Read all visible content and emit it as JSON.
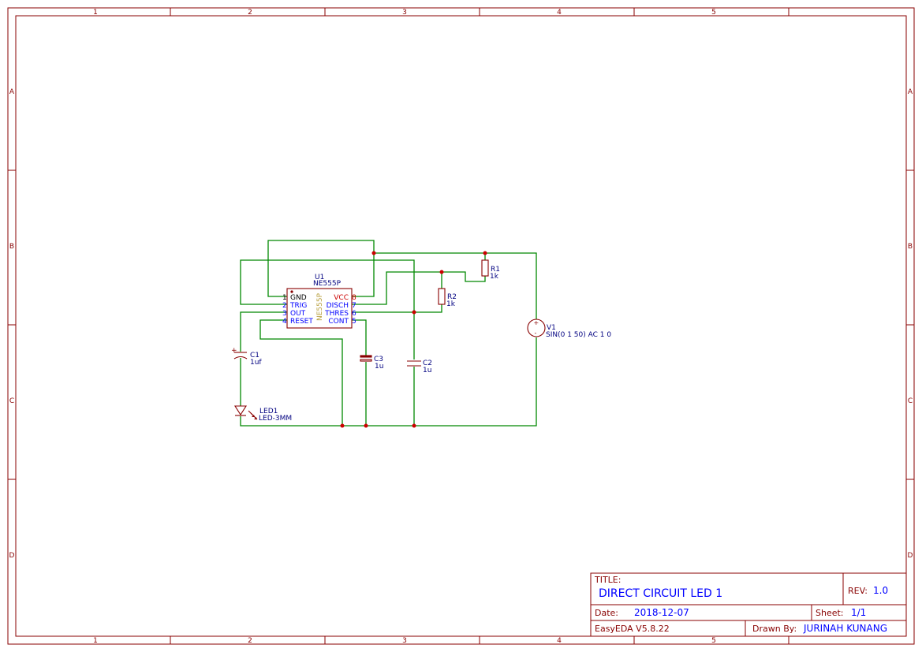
{
  "sheet": {
    "columns": [
      "1",
      "2",
      "3",
      "4",
      "5"
    ],
    "rows": [
      "A",
      "B",
      "C",
      "D"
    ]
  },
  "ic": {
    "ref": "U1",
    "part": "NE555P",
    "vertical_label": "NE555P",
    "pins_left": [
      {
        "num": "1",
        "name": "GND"
      },
      {
        "num": "2",
        "name": "TRIG"
      },
      {
        "num": "3",
        "name": "OUT"
      },
      {
        "num": "4",
        "name": "RESET"
      }
    ],
    "pins_right": [
      {
        "num": "8",
        "name": "VCC"
      },
      {
        "num": "7",
        "name": "DISCH"
      },
      {
        "num": "6",
        "name": "THRES"
      },
      {
        "num": "5",
        "name": "CONT"
      }
    ]
  },
  "components": {
    "r1": {
      "ref": "R1",
      "value": "1k"
    },
    "r2": {
      "ref": "R2",
      "value": "1k"
    },
    "c1": {
      "ref": "C1",
      "value": "1uf",
      "polarity": "+"
    },
    "c2": {
      "ref": "C2",
      "value": "1u"
    },
    "c3": {
      "ref": "C3",
      "value": "1u"
    },
    "v1": {
      "ref": "V1",
      "value": "SIN(0 1 50) AC 1 0",
      "plus": "+",
      "minus": "-"
    },
    "led1": {
      "ref": "LED1",
      "value": "LED-3MM"
    }
  },
  "title_block": {
    "title_label": "TITLE:",
    "title": "DIRECT CIRCUIT LED 1",
    "rev_label": "REV:",
    "rev": "1.0",
    "date_label": "Date:",
    "date": "2018-12-07",
    "sheet_label": "Sheet:",
    "sheet": "1/1",
    "tool": "EasyEDA V5.8.22",
    "drawn_by_label": "Drawn By:",
    "drawn_by": "JURINAH KUNANG"
  },
  "colors": {
    "frame": "#880000",
    "wire": "#008800",
    "text_blue": "#0000ff",
    "text_navy": "#000080",
    "junction": "#cc0000"
  }
}
